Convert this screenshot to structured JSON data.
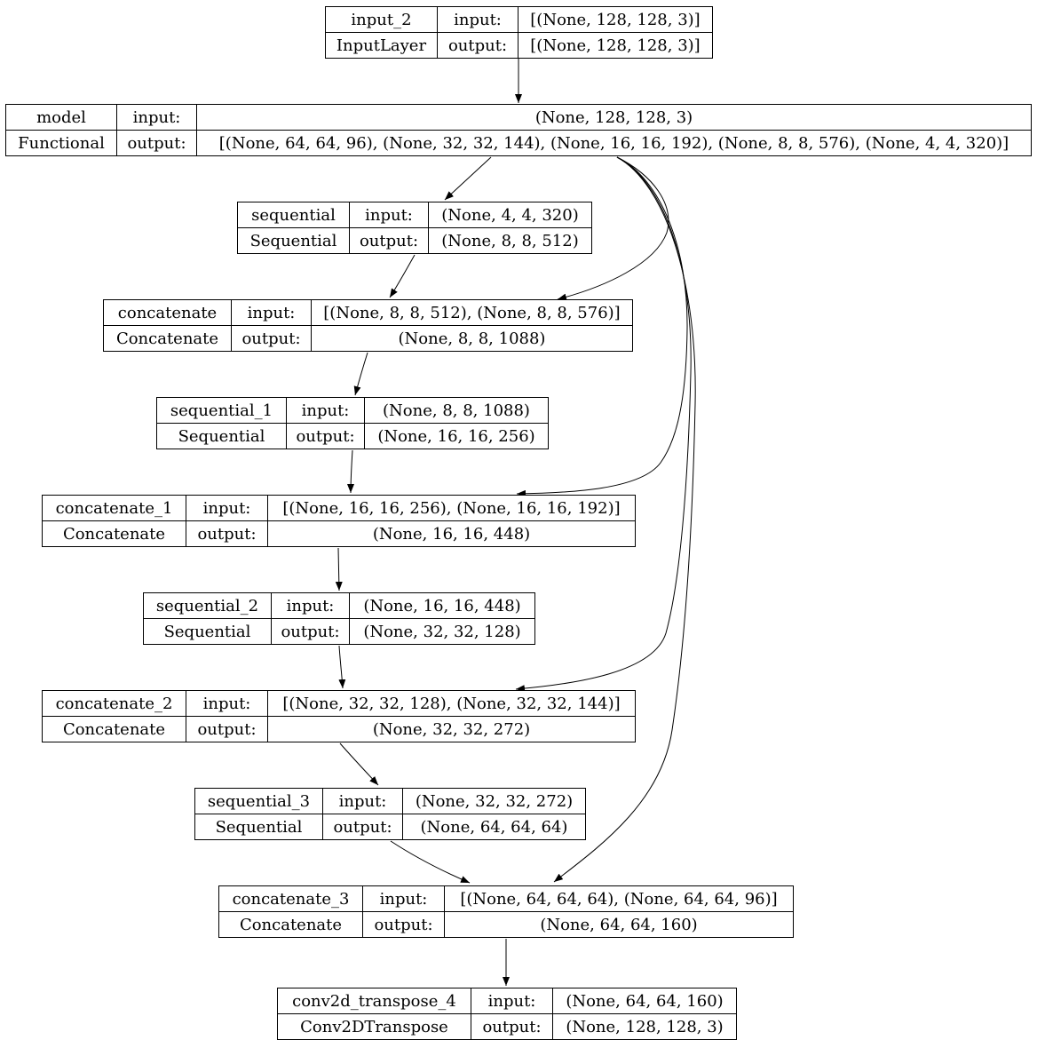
{
  "labels": {
    "input": "input:",
    "output": "output:"
  },
  "nodes": [
    {
      "name": "input_2",
      "type": "InputLayer",
      "input_shape": "[(None, 128, 128, 3)]",
      "output_shape": "[(None, 128, 128, 3)]"
    },
    {
      "name": "model",
      "type": "Functional",
      "input_shape": "(None, 128, 128, 3)",
      "output_shape": "[(None, 64, 64, 96), (None, 32, 32, 144), (None, 16, 16, 192), (None, 8, 8, 576), (None, 4, 4, 320)]"
    },
    {
      "name": "sequential",
      "type": "Sequential",
      "input_shape": "(None, 4, 4, 320)",
      "output_shape": "(None, 8, 8, 512)"
    },
    {
      "name": "concatenate",
      "type": "Concatenate",
      "input_shape": "[(None, 8, 8, 512), (None, 8, 8, 576)]",
      "output_shape": "(None, 8, 8, 1088)"
    },
    {
      "name": "sequential_1",
      "type": "Sequential",
      "input_shape": "(None, 8, 8, 1088)",
      "output_shape": "(None, 16, 16, 256)"
    },
    {
      "name": "concatenate_1",
      "type": "Concatenate",
      "input_shape": "[(None, 16, 16, 256), (None, 16, 16, 192)]",
      "output_shape": "(None, 16, 16, 448)"
    },
    {
      "name": "sequential_2",
      "type": "Sequential",
      "input_shape": "(None, 16, 16, 448)",
      "output_shape": "(None, 32, 32, 128)"
    },
    {
      "name": "concatenate_2",
      "type": "Concatenate",
      "input_shape": "[(None, 32, 32, 128), (None, 32, 32, 144)]",
      "output_shape": "(None, 32, 32, 272)"
    },
    {
      "name": "sequential_3",
      "type": "Sequential",
      "input_shape": "(None, 32, 32, 272)",
      "output_shape": "(None, 64, 64, 64)"
    },
    {
      "name": "concatenate_3",
      "type": "Concatenate",
      "input_shape": "[(None, 64, 64, 64), (None, 64, 64, 96)]",
      "output_shape": "(None, 64, 64, 160)"
    },
    {
      "name": "conv2d_transpose_4",
      "type": "Conv2DTranspose",
      "input_shape": "(None, 64, 64, 160)",
      "output_shape": "(None, 128, 128, 3)"
    }
  ],
  "edges": [
    {
      "from": "input_2",
      "to": "model"
    },
    {
      "from": "model",
      "to": "sequential"
    },
    {
      "from": "model",
      "to": "concatenate"
    },
    {
      "from": "model",
      "to": "concatenate_1"
    },
    {
      "from": "model",
      "to": "concatenate_2"
    },
    {
      "from": "model",
      "to": "concatenate_3"
    },
    {
      "from": "sequential",
      "to": "concatenate"
    },
    {
      "from": "concatenate",
      "to": "sequential_1"
    },
    {
      "from": "sequential_1",
      "to": "concatenate_1"
    },
    {
      "from": "concatenate_1",
      "to": "sequential_2"
    },
    {
      "from": "sequential_2",
      "to": "concatenate_2"
    },
    {
      "from": "concatenate_2",
      "to": "sequential_3"
    },
    {
      "from": "sequential_3",
      "to": "concatenate_3"
    },
    {
      "from": "concatenate_3",
      "to": "conv2d_transpose_4"
    }
  ],
  "colors": {
    "background": "#ffffff",
    "node_border": "#000000",
    "text": "#000000",
    "edge": "#000000"
  }
}
